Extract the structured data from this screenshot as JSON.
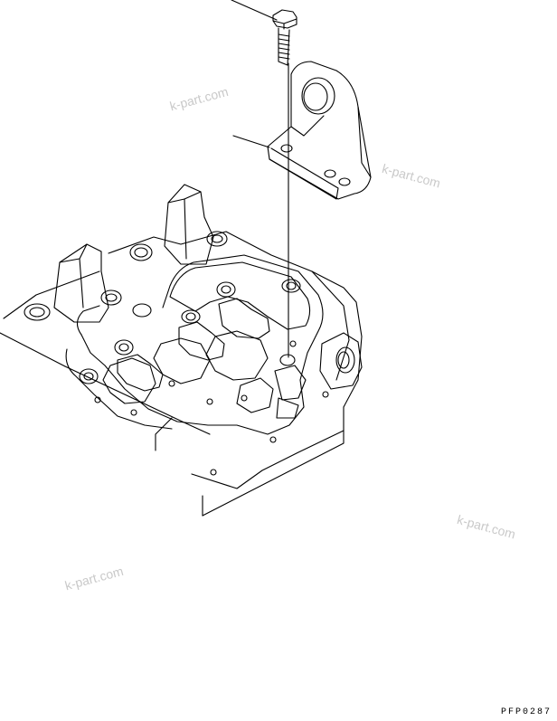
{
  "watermarks": [
    "k-part.com",
    "k-part.com",
    "k-part.com",
    "k-part.com"
  ],
  "drawing_code": "PFP0287",
  "colors": {
    "line": "#000000",
    "watermark": "#c9c9c9",
    "background": "#ffffff"
  }
}
